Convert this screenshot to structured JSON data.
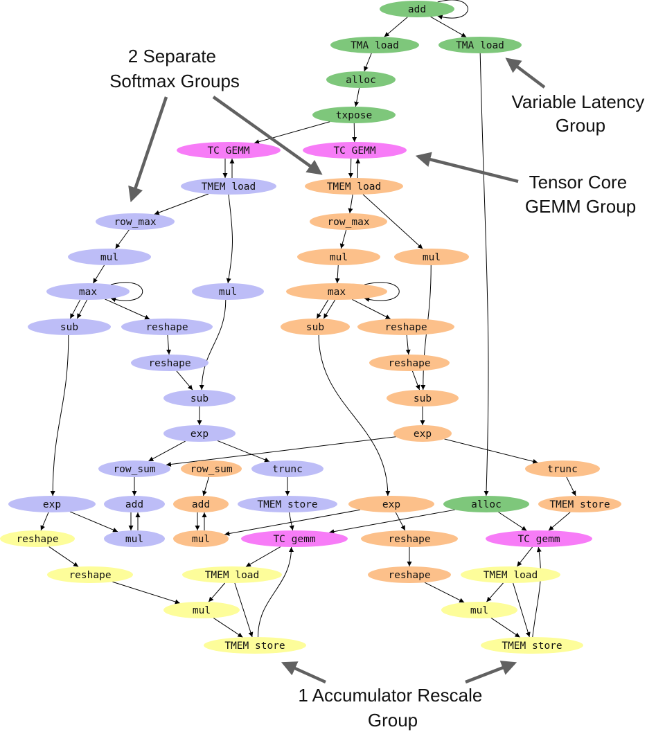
{
  "colors": {
    "green": "#7ec77b",
    "magenta": "#f77cf7",
    "lavender": "#bdbdf7",
    "orange": "#fcc08a",
    "yellow": "#fdfd9a",
    "callout_arrow": "#616161"
  },
  "groups": [
    "green",
    "magenta",
    "lavender",
    "orange",
    "yellow"
  ],
  "nodes": [
    {
      "id": "add_top",
      "label": "add",
      "group": "green"
    },
    {
      "id": "tma_load_1",
      "label": "TMA load",
      "group": "green"
    },
    {
      "id": "tma_load_2",
      "label": "TMA load",
      "group": "green"
    },
    {
      "id": "alloc_top",
      "label": "alloc",
      "group": "green"
    },
    {
      "id": "txpose",
      "label": "txpose",
      "group": "green"
    },
    {
      "id": "tc_gemm_a",
      "label": "TC GEMM",
      "group": "magenta"
    },
    {
      "id": "tc_gemm_b",
      "label": "TC GEMM",
      "group": "magenta"
    },
    {
      "id": "a_tmem_load",
      "label": "TMEM load",
      "group": "lavender"
    },
    {
      "id": "a_row_max",
      "label": "row_max",
      "group": "lavender"
    },
    {
      "id": "a_mul1",
      "label": "mul",
      "group": "lavender"
    },
    {
      "id": "a_max",
      "label": "max",
      "group": "lavender"
    },
    {
      "id": "a_mul_right",
      "label": "mul",
      "group": "lavender"
    },
    {
      "id": "a_sub_left",
      "label": "sub",
      "group": "lavender"
    },
    {
      "id": "a_reshape1",
      "label": "reshape",
      "group": "lavender"
    },
    {
      "id": "a_reshape2",
      "label": "reshape",
      "group": "lavender"
    },
    {
      "id": "a_sub_mid",
      "label": "sub",
      "group": "lavender"
    },
    {
      "id": "a_exp_mid",
      "label": "exp",
      "group": "lavender"
    },
    {
      "id": "a_row_sum",
      "label": "row_sum",
      "group": "lavender"
    },
    {
      "id": "a_trunc",
      "label": "trunc",
      "group": "lavender"
    },
    {
      "id": "a_exp_left",
      "label": "exp",
      "group": "lavender"
    },
    {
      "id": "a_add",
      "label": "add",
      "group": "lavender"
    },
    {
      "id": "a_tmem_store",
      "label": "TMEM store",
      "group": "lavender"
    },
    {
      "id": "a_mul_bottom",
      "label": "mul",
      "group": "lavender"
    },
    {
      "id": "b_tmem_load",
      "label": "TMEM load",
      "group": "orange"
    },
    {
      "id": "b_row_max",
      "label": "row_max",
      "group": "orange"
    },
    {
      "id": "b_mul1",
      "label": "mul",
      "group": "orange"
    },
    {
      "id": "b_mul_right",
      "label": "mul",
      "group": "orange"
    },
    {
      "id": "b_max",
      "label": "max",
      "group": "orange"
    },
    {
      "id": "b_sub_left",
      "label": "sub",
      "group": "orange"
    },
    {
      "id": "b_reshape1",
      "label": "reshape",
      "group": "orange"
    },
    {
      "id": "b_reshape2",
      "label": "reshape",
      "group": "orange"
    },
    {
      "id": "b_sub_mid",
      "label": "sub",
      "group": "orange"
    },
    {
      "id": "b_exp_mid",
      "label": "exp",
      "group": "orange"
    },
    {
      "id": "b_row_sum",
      "label": "row_sum",
      "group": "orange"
    },
    {
      "id": "b_trunc",
      "label": "trunc",
      "group": "orange"
    },
    {
      "id": "b_add",
      "label": "add",
      "group": "orange"
    },
    {
      "id": "b_tmem_store",
      "label": "TMEM store",
      "group": "orange"
    },
    {
      "id": "b_mul_bottom",
      "label": "mul",
      "group": "orange"
    },
    {
      "id": "b_exp_left",
      "label": "exp",
      "group": "orange"
    },
    {
      "id": "b_reshape3",
      "label": "reshape",
      "group": "orange"
    },
    {
      "id": "b_reshape4",
      "label": "reshape",
      "group": "orange"
    },
    {
      "id": "alloc_mid",
      "label": "alloc",
      "group": "green"
    },
    {
      "id": "tc_gemm_c",
      "label": "TC gemm",
      "group": "magenta"
    },
    {
      "id": "tc_gemm_d",
      "label": "TC gemm",
      "group": "magenta"
    },
    {
      "id": "y_reshape1",
      "label": "reshape",
      "group": "yellow"
    },
    {
      "id": "y_reshape2",
      "label": "reshape",
      "group": "yellow"
    },
    {
      "id": "y1_tmem_load",
      "label": "TMEM load",
      "group": "yellow"
    },
    {
      "id": "y1_mul",
      "label": "mul",
      "group": "yellow"
    },
    {
      "id": "y1_tmem_store",
      "label": "TMEM store",
      "group": "yellow"
    },
    {
      "id": "y2_tmem_load",
      "label": "TMEM load",
      "group": "yellow"
    },
    {
      "id": "y2_mul",
      "label": "mul",
      "group": "yellow"
    },
    {
      "id": "y2_tmem_store",
      "label": "TMEM store",
      "group": "yellow"
    }
  ],
  "edges": [
    {
      "from": "add_top",
      "to": "add_top",
      "self_loop": true
    },
    {
      "from": "add_top",
      "to": "tma_load_1"
    },
    {
      "from": "add_top",
      "to": "tma_load_2"
    },
    {
      "from": "tma_load_1",
      "to": "alloc_top"
    },
    {
      "from": "alloc_top",
      "to": "txpose"
    },
    {
      "from": "txpose",
      "to": "tc_gemm_a"
    },
    {
      "from": "txpose",
      "to": "tc_gemm_b"
    },
    {
      "from": "tma_load_2",
      "to": "alloc_mid"
    },
    {
      "from": "tc_gemm_a",
      "to": "a_tmem_load"
    },
    {
      "from": "a_tmem_load",
      "to": "tc_gemm_a"
    },
    {
      "from": "tc_gemm_b",
      "to": "b_tmem_load"
    },
    {
      "from": "b_tmem_load",
      "to": "tc_gemm_b"
    },
    {
      "from": "a_tmem_load",
      "to": "a_row_max"
    },
    {
      "from": "a_tmem_load",
      "to": "a_mul_right"
    },
    {
      "from": "a_row_max",
      "to": "a_mul1"
    },
    {
      "from": "a_mul1",
      "to": "a_max"
    },
    {
      "from": "a_max",
      "to": "a_max",
      "self_loop": true
    },
    {
      "from": "a_max",
      "to": "a_sub_left",
      "pair": 1
    },
    {
      "from": "a_max",
      "to": "a_sub_left",
      "pair": 2
    },
    {
      "from": "a_max",
      "to": "a_reshape1"
    },
    {
      "from": "a_reshape1",
      "to": "a_reshape2"
    },
    {
      "from": "a_reshape2",
      "to": "a_sub_mid"
    },
    {
      "from": "a_mul_right",
      "to": "a_sub_mid"
    },
    {
      "from": "a_sub_mid",
      "to": "a_exp_mid"
    },
    {
      "from": "a_exp_mid",
      "to": "a_row_sum"
    },
    {
      "from": "a_exp_mid",
      "to": "a_trunc"
    },
    {
      "from": "a_sub_left",
      "to": "a_exp_left"
    },
    {
      "from": "a_row_sum",
      "to": "a_add"
    },
    {
      "from": "a_add",
      "to": "a_mul_bottom"
    },
    {
      "from": "a_mul_bottom",
      "to": "a_add"
    },
    {
      "from": "a_exp_left",
      "to": "a_mul_bottom"
    },
    {
      "from": "a_exp_left",
      "to": "y_reshape1"
    },
    {
      "from": "a_trunc",
      "to": "a_tmem_store"
    },
    {
      "from": "a_tmem_store",
      "to": "tc_gemm_c"
    },
    {
      "from": "b_tmem_load",
      "to": "b_row_max"
    },
    {
      "from": "b_tmem_load",
      "to": "b_mul_right"
    },
    {
      "from": "b_row_max",
      "to": "b_mul1"
    },
    {
      "from": "b_mul1",
      "to": "b_max"
    },
    {
      "from": "b_max",
      "to": "b_max",
      "self_loop": true
    },
    {
      "from": "b_max",
      "to": "b_sub_left",
      "pair": 1
    },
    {
      "from": "b_max",
      "to": "b_sub_left",
      "pair": 2
    },
    {
      "from": "b_max",
      "to": "b_reshape1"
    },
    {
      "from": "b_reshape1",
      "to": "b_reshape2"
    },
    {
      "from": "b_reshape2",
      "to": "b_sub_mid"
    },
    {
      "from": "b_mul_right",
      "to": "b_sub_mid"
    },
    {
      "from": "b_sub_mid",
      "to": "b_exp_mid"
    },
    {
      "from": "b_exp_mid",
      "to": "a_row_sum"
    },
    {
      "from": "b_exp_mid",
      "to": "b_trunc"
    },
    {
      "from": "b_sub_left",
      "to": "b_exp_left"
    },
    {
      "from": "b_row_sum",
      "to": "b_add"
    },
    {
      "from": "b_add",
      "to": "b_mul_bottom"
    },
    {
      "from": "b_mul_bottom",
      "to": "b_add"
    },
    {
      "from": "b_exp_left",
      "to": "b_mul_bottom"
    },
    {
      "from": "b_exp_left",
      "to": "b_reshape3"
    },
    {
      "from": "b_reshape3",
      "to": "b_reshape4"
    },
    {
      "from": "b_trunc",
      "to": "b_tmem_store"
    },
    {
      "from": "b_tmem_store",
      "to": "tc_gemm_d"
    },
    {
      "from": "alloc_mid",
      "to": "tc_gemm_c"
    },
    {
      "from": "alloc_mid",
      "to": "tc_gemm_d"
    },
    {
      "from": "y_reshape1",
      "to": "y_reshape2"
    },
    {
      "from": "y_reshape2",
      "to": "y1_mul"
    },
    {
      "from": "tc_gemm_c",
      "to": "y1_tmem_load"
    },
    {
      "from": "y1_tmem_load",
      "to": "y1_mul"
    },
    {
      "from": "y1_tmem_load",
      "to": "y1_tmem_store"
    },
    {
      "from": "y1_mul",
      "to": "y1_tmem_store"
    },
    {
      "from": "y1_tmem_store",
      "to": "tc_gemm_c"
    },
    {
      "from": "b_reshape4",
      "to": "y2_mul"
    },
    {
      "from": "tc_gemm_d",
      "to": "y2_tmem_load"
    },
    {
      "from": "y2_tmem_load",
      "to": "y2_mul"
    },
    {
      "from": "y2_tmem_load",
      "to": "y2_tmem_store"
    },
    {
      "from": "y2_mul",
      "to": "y2_tmem_store"
    },
    {
      "from": "y2_tmem_store",
      "to": "tc_gemm_d"
    }
  ],
  "callouts": {
    "softmax": [
      "2 Separate",
      "Softmax Groups"
    ],
    "variable_latency": [
      "Variable Latency",
      "Group"
    ],
    "tensor_core": [
      "Tensor Core",
      "GEMM Group"
    ],
    "accumulator": [
      "1 Accumulator Rescale",
      "Group"
    ]
  }
}
